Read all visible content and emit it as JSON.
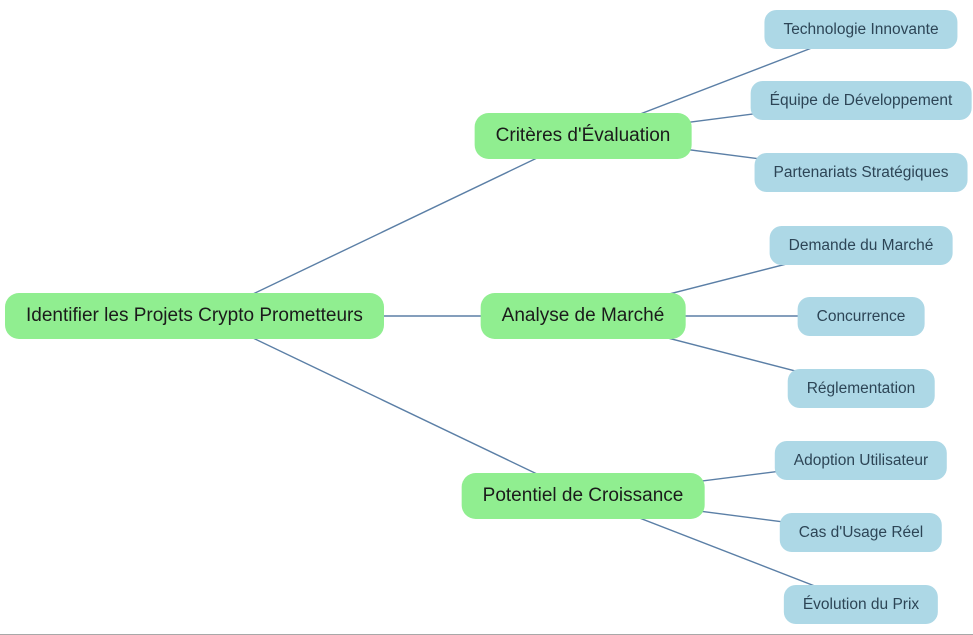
{
  "mindmap": {
    "root": {
      "label": "Identifier les Projets Crypto Prometteurs"
    },
    "branches": [
      {
        "label": "Critères d'Évaluation",
        "children": [
          {
            "label": "Technologie Innovante"
          },
          {
            "label": "Équipe de Développement"
          },
          {
            "label": "Partenariats Stratégiques"
          }
        ]
      },
      {
        "label": "Analyse de Marché",
        "children": [
          {
            "label": "Demande du Marché"
          },
          {
            "label": "Concurrence"
          },
          {
            "label": "Réglementation"
          }
        ]
      },
      {
        "label": "Potentiel de Croissance",
        "children": [
          {
            "label": "Adoption Utilisateur"
          },
          {
            "label": "Cas d'Usage Réel"
          },
          {
            "label": "Évolution du Prix"
          }
        ]
      }
    ]
  },
  "colors": {
    "background": "#ffffff",
    "branch_fill": "#90ee90",
    "branch_text": "#1b1b1b",
    "leaf_fill": "#add8e6",
    "leaf_text": "#2d4556",
    "edge": "#5b7fa6"
  }
}
